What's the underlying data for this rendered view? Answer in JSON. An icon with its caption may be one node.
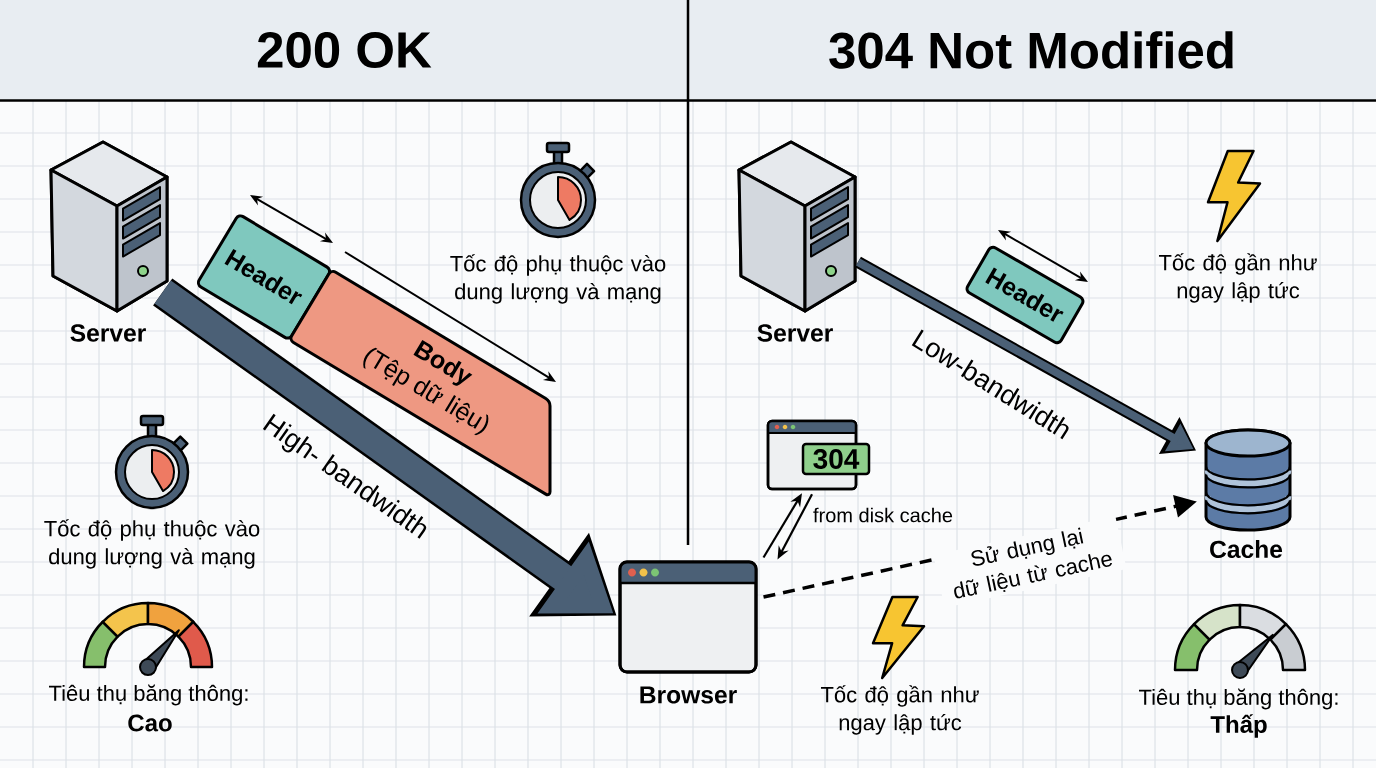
{
  "diagram": {
    "nodes": [
      {
        "text": [
          "200 OK"
        ]
      },
      {
        "text": [
          "304 Not Modified"
        ]
      },
      {
        "text": [
          "Server"
        ]
      },
      {
        "text": [
          "Header"
        ]
      },
      {
        "text": [
          "Body",
          "(Tệp dữ liệu)"
        ]
      },
      {
        "text": [
          "Server"
        ]
      },
      {
        "text": [
          "Header"
        ]
      },
      {
        "text": [
          "304"
        ]
      },
      {
        "text": [
          "Cache"
        ]
      },
      {
        "text": [
          "Browser"
        ]
      }
    ],
    "edges": [
      {
        "from": 2,
        "to": 9,
        "arrow": "to",
        "label": "High- bandwidth",
        "style": "thick",
        "color": "#4b6076"
      },
      {
        "from": 5,
        "to": 8,
        "arrow": "to",
        "label": "Low-bandwidth",
        "style": "thick",
        "color": "#4b6076"
      },
      {
        "from": 9,
        "to": 7,
        "arrow": "to"
      },
      {
        "from": 7,
        "to": 9,
        "arrow": "to",
        "label": "from disk cache"
      },
      {
        "from": 9,
        "to": 8,
        "arrow": "to",
        "label": "Sử dụng lại dữ liệu từ cache",
        "style": "dashed"
      }
    ],
    "labels": [
      "Tốc độ phụ thuộc vào dung lượng và mạng",
      "Tốc độ gần như ngay lập tức",
      "Tốc độ phụ thuộc vào dung lượng và mạng",
      "Tiêu thụ băng thông:",
      "Cao",
      "Tốc độ gần như ngay lập tức",
      "Tiêu thụ băng thông:",
      "Thấp"
    ]
  }
}
